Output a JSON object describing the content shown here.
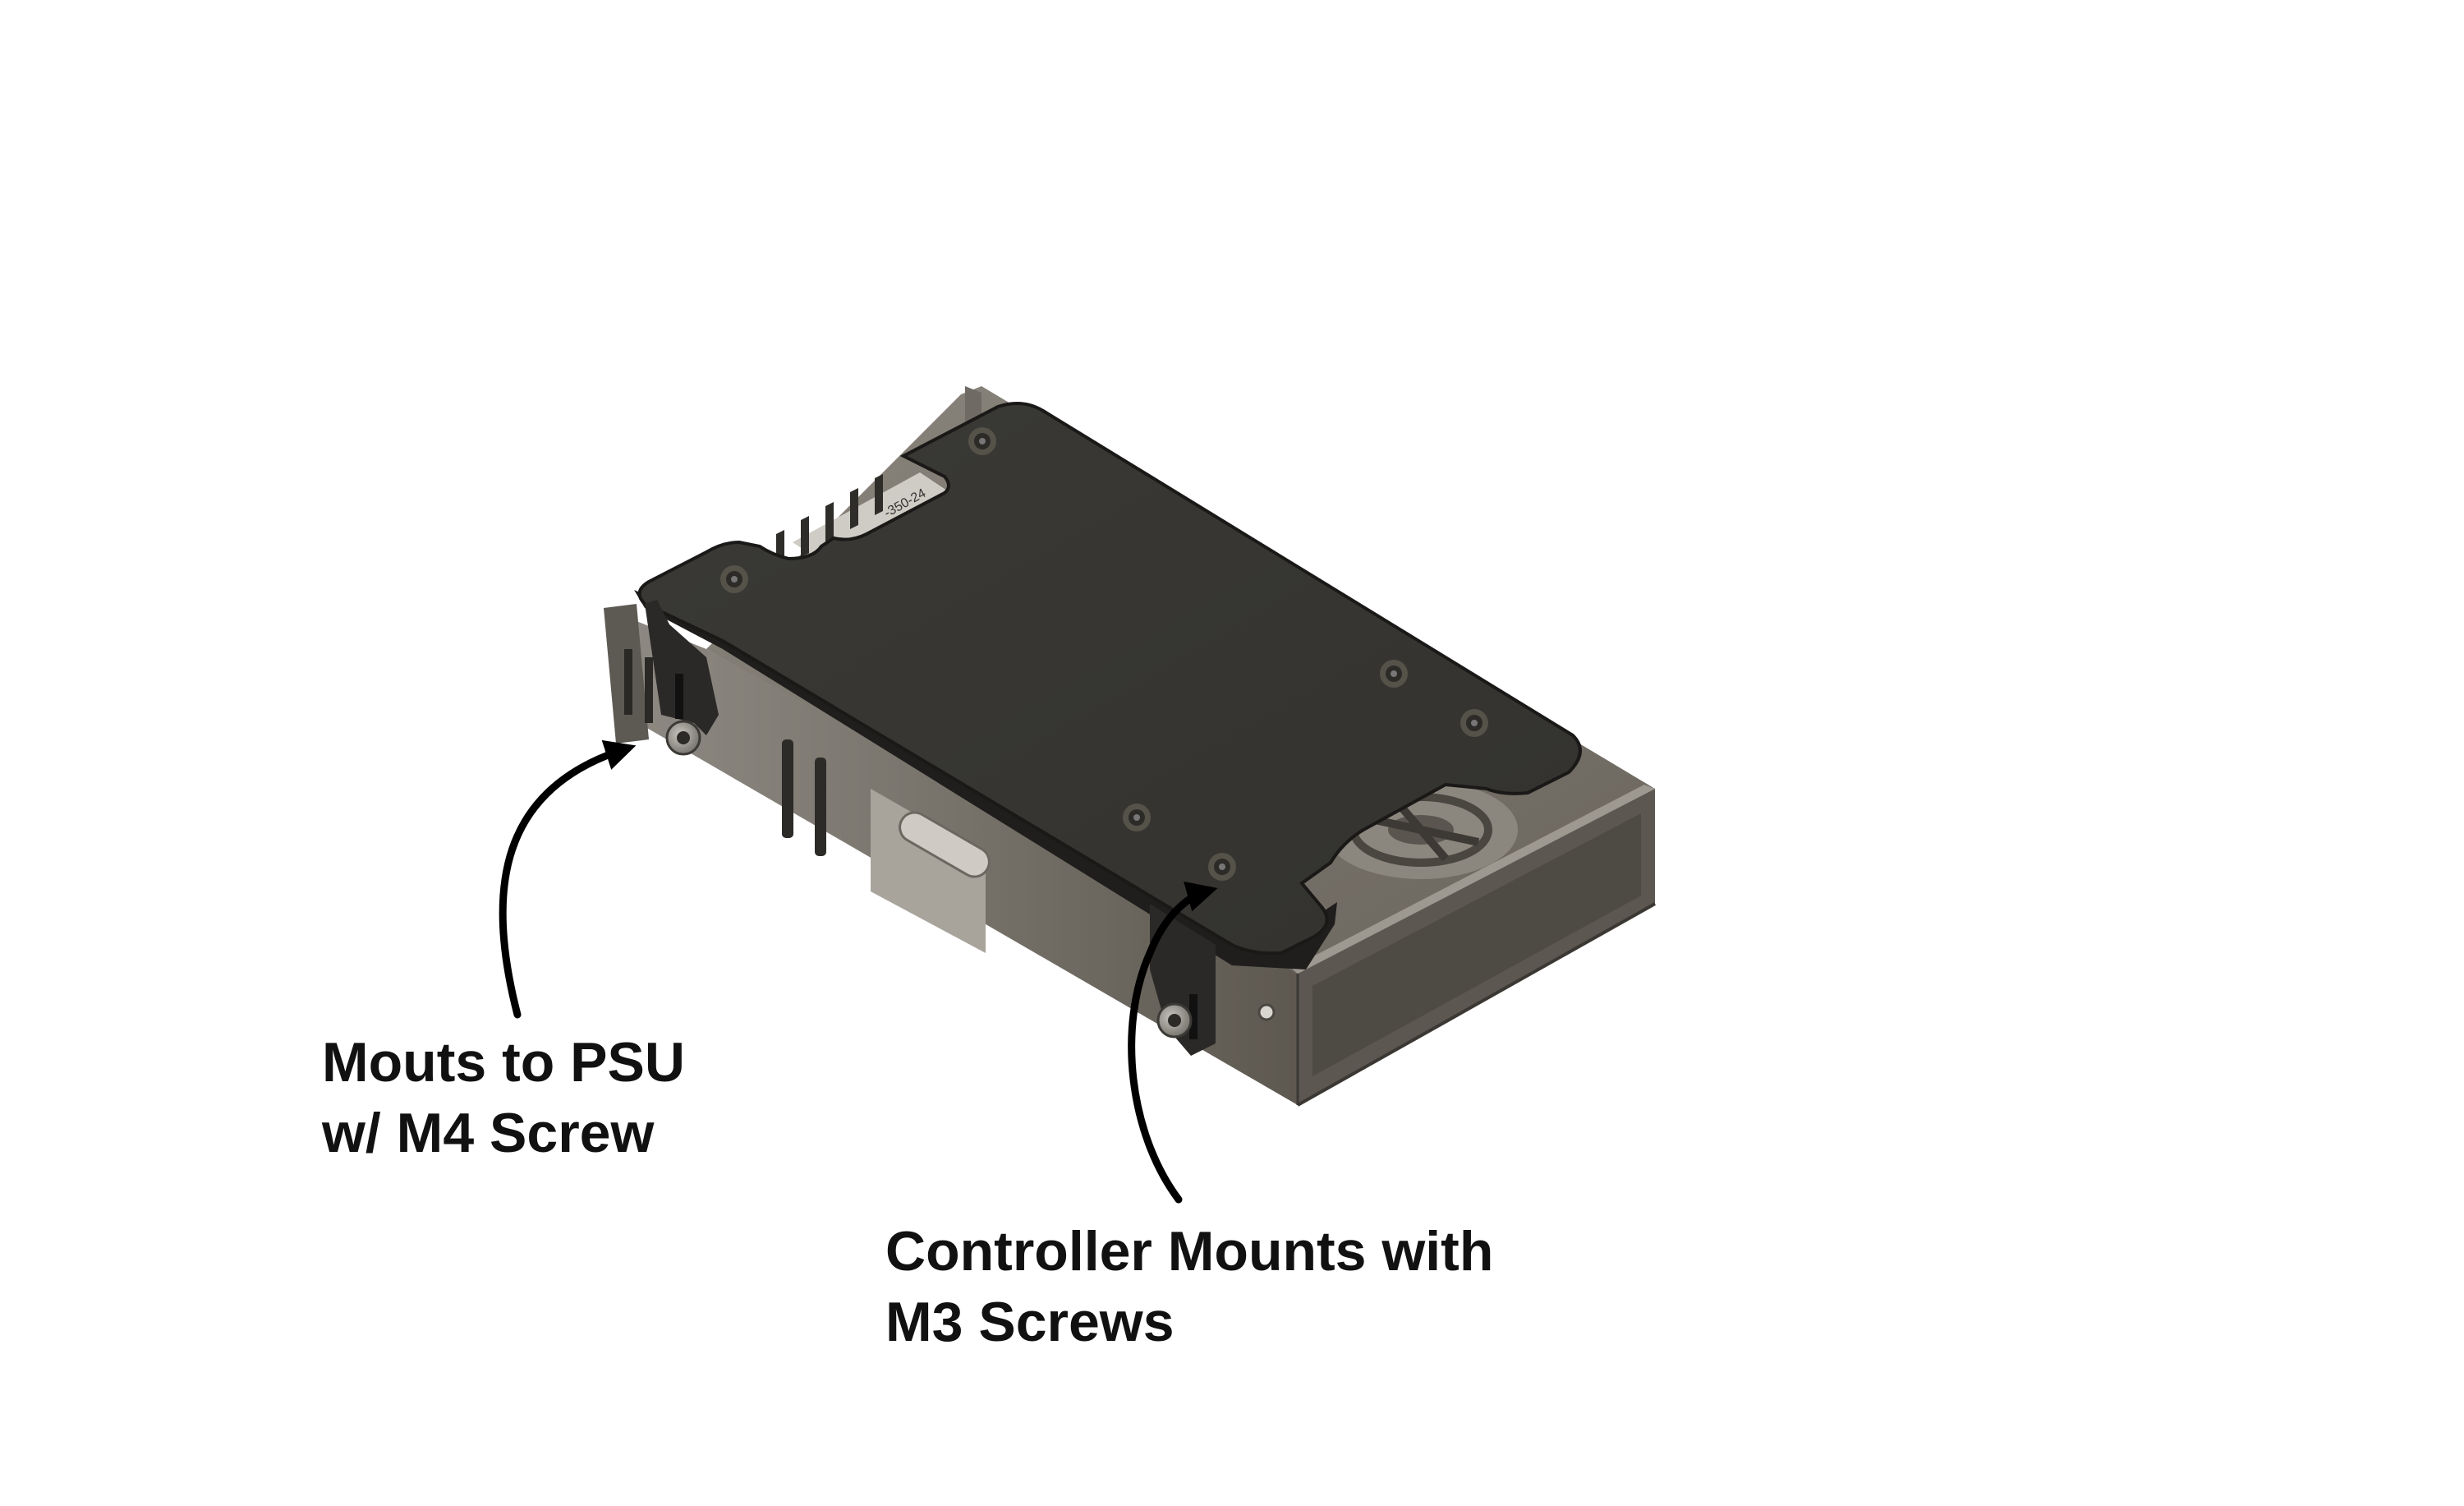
{
  "figure": {
    "subject": "3D CAD render of a controller mounting bracket on a power supply unit",
    "colors": {
      "background": "#ffffff",
      "bracket_top": "#3d3c38",
      "bracket_edge": "#262522",
      "psu_top": "#6f6a62",
      "psu_side": "#5a554d",
      "psu_front": "#67625a",
      "psu_front_light": "#8f8a82",
      "screw": "#9a9690",
      "label_panel": "#c9c6bf",
      "arrow": "#000000",
      "text": "#111111"
    },
    "part_label_text": "-350-24"
  },
  "callouts": [
    {
      "lines": [
        "Mouts to PSU",
        "w/ M4 Screw"
      ],
      "target": "m4-screw-left"
    },
    {
      "lines": [
        "Controller Mounts with",
        "M3 Screws"
      ],
      "target": "m3-screw-front"
    }
  ],
  "icons": {
    "arrow_psu": "curved-arrow-icon",
    "arrow_controller": "curved-arrow-icon"
  }
}
